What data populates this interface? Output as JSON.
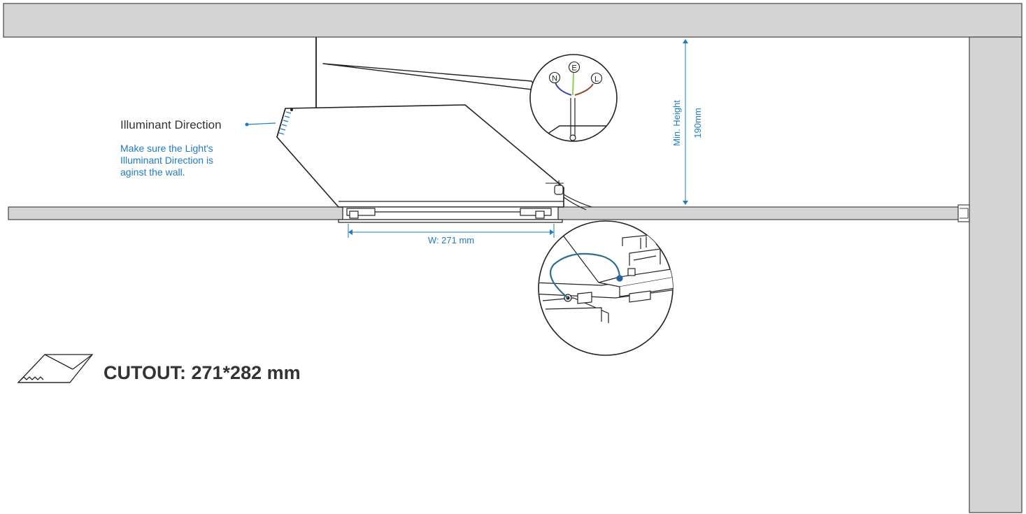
{
  "illuminant": {
    "label": "Illuminant Direction",
    "note_lines": [
      "Make sure the Light's",
      "Illuminant Direction is",
      "aginst the wall."
    ]
  },
  "min_height": {
    "label": "Min. Height",
    "value": "190mm"
  },
  "width_dim": {
    "label": "W:  271 mm"
  },
  "wiring": {
    "neutral": "N",
    "earth": "E",
    "live": "L",
    "neutral_color": "#3a47a8",
    "earth_color": "#8fd05a",
    "live_color": "#8a4a22"
  },
  "cutout": {
    "label": "CUTOUT: 271*282  mm",
    "icon": "saw-icon"
  },
  "colors": {
    "accent": "#1f7bc1",
    "structure": "#d4d4d4"
  }
}
